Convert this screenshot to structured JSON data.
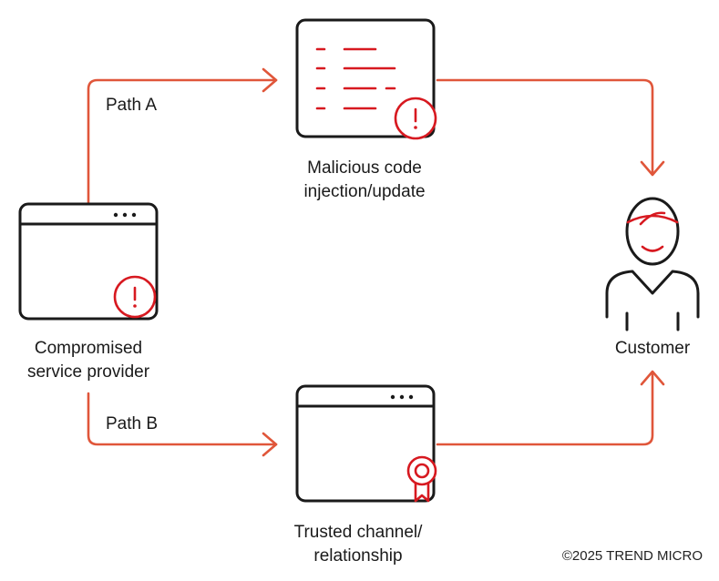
{
  "nodes": {
    "provider": {
      "line1": "Compromised",
      "line2": "service provider"
    },
    "malicious": {
      "line1": "Malicious code",
      "line2": "injection/update"
    },
    "trusted": {
      "line1": "Trusted channel/",
      "line2": "relationship"
    },
    "customer": {
      "label": "Customer"
    }
  },
  "paths": {
    "a": "Path A",
    "b": "Path B"
  },
  "footer": {
    "copyright": "©2025 TREND MICRO"
  },
  "colors": {
    "accent": "#d71920",
    "arrow": "#e0563a",
    "stroke": "#1a1a1a"
  }
}
